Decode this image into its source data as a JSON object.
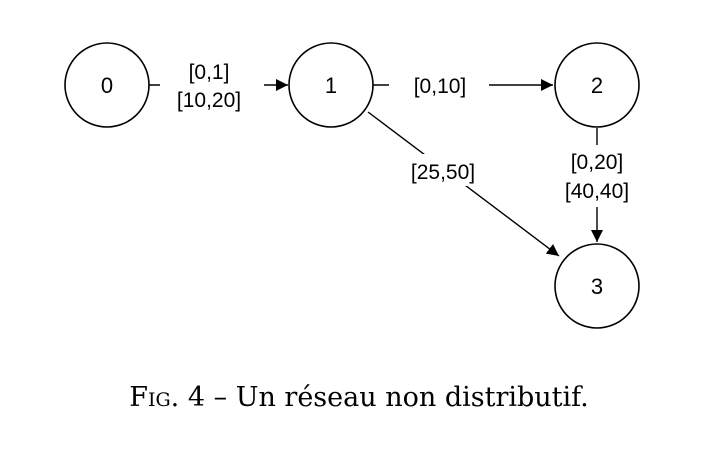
{
  "diagram": {
    "nodes": [
      {
        "id": "0",
        "label": "0"
      },
      {
        "id": "1",
        "label": "1"
      },
      {
        "id": "2",
        "label": "2"
      },
      {
        "id": "3",
        "label": "3"
      }
    ],
    "edges": [
      {
        "from": "0",
        "to": "1",
        "label_lines": [
          "[0,1]",
          "[10,20]"
        ]
      },
      {
        "from": "1",
        "to": "2",
        "label_lines": [
          "[0,10]"
        ]
      },
      {
        "from": "1",
        "to": "3",
        "label_lines": [
          "[25,50]"
        ]
      },
      {
        "from": "2",
        "to": "3",
        "label_lines": [
          "[0,20]",
          "[40,40]"
        ]
      }
    ]
  },
  "caption": {
    "prefix": "Fig.",
    "number": "4",
    "dash": "–",
    "text": "Un réseau non distributif."
  }
}
